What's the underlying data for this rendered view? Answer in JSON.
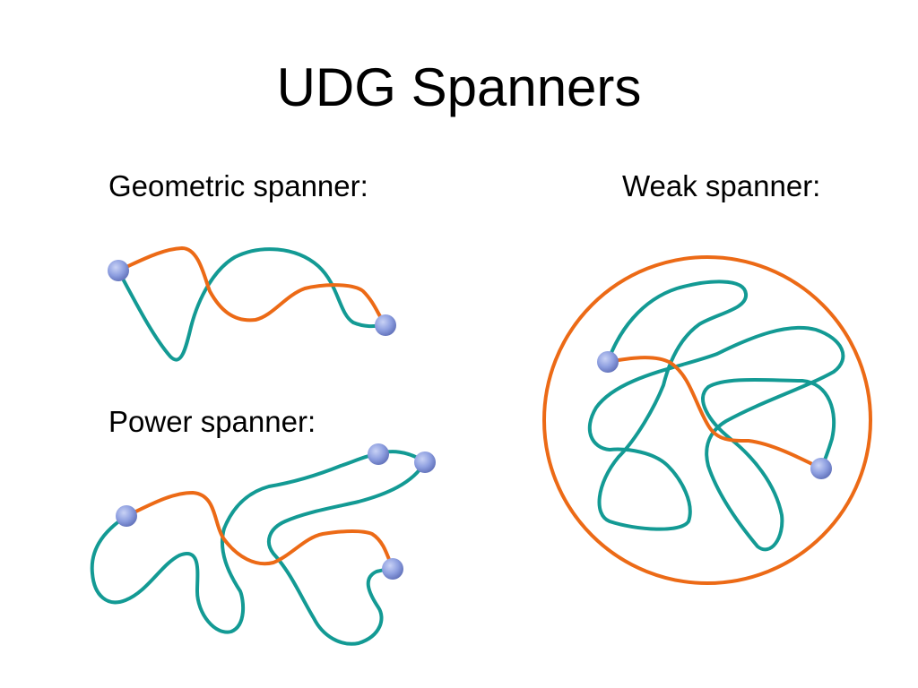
{
  "slide": {
    "title": "UDG Spanners"
  },
  "labels": {
    "geometric": "Geometric spanner:",
    "weak": "Weak spanner:",
    "power": "Power spanner:"
  },
  "colors": {
    "teal_path": "#139a94",
    "orange_path": "#ec6a16",
    "node_fill": "#8e9fe0",
    "node_highlight": "#c9d2f5",
    "node_shadow": "#5f6fb8"
  }
}
